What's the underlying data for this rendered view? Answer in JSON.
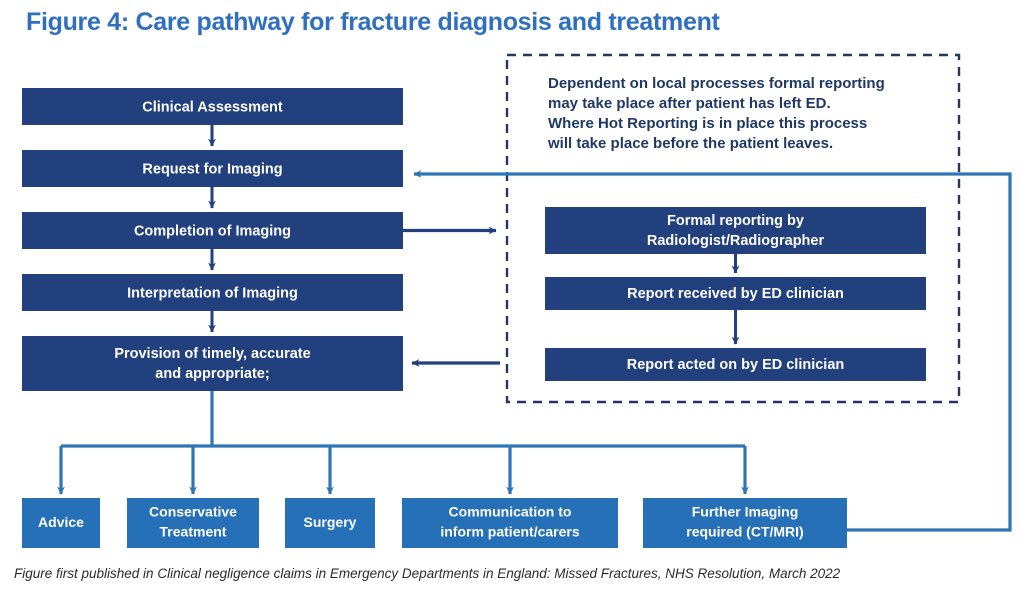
{
  "title": "Figure 4: Care pathway for fracture diagnosis and treatment",
  "caption": "Figure first published in Clinical negligence claims in Emergency Departments in England: Missed Fractures, NHS Resolution, March 2022",
  "colors": {
    "title": "#2f6fc0",
    "box_dark": "#22407e",
    "box_bright": "#2670b8",
    "connector_dark": "#22407e",
    "connector_bright": "#2e75b6",
    "note_text": "#1f3864",
    "background": "#ffffff"
  },
  "main_pathway": {
    "steps": [
      {
        "id": "clinical-assessment",
        "label": "Clinical Assessment"
      },
      {
        "id": "request-for-imaging",
        "label": "Request for Imaging"
      },
      {
        "id": "completion-of-imaging",
        "label": "Completion of Imaging"
      },
      {
        "id": "interpretation-of-imaging",
        "label": "Interpretation of Imaging"
      },
      {
        "id": "provision-of-timely",
        "label_line1": "Provision of timely, accurate",
        "label_line2": "and appropriate;"
      }
    ]
  },
  "reporting_branch": {
    "note": {
      "line1": "Dependent on local processes formal reporting",
      "line2": "may take place after patient has left ED.",
      "line3": "Where Hot Reporting is in place this process",
      "line4": "will take place before the patient leaves."
    },
    "steps": [
      {
        "id": "formal-reporting",
        "label_line1": "Formal reporting by",
        "label_line2": "Radiologist/Radiographer"
      },
      {
        "id": "report-received",
        "label": "Report received by ED clinician"
      },
      {
        "id": "report-acted-on",
        "label": "Report acted on by ED clinician"
      }
    ]
  },
  "outcomes": [
    {
      "id": "advice",
      "label": "Advice"
    },
    {
      "id": "conservative-treatment",
      "label_line1": "Conservative",
      "label_line2": "Treatment"
    },
    {
      "id": "surgery",
      "label": "Surgery"
    },
    {
      "id": "communication",
      "label_line1": "Communication to",
      "label_line2": "inform patient/carers"
    },
    {
      "id": "further-imaging",
      "label_line1": "Further Imaging",
      "label_line2": "required (CT/MRI)"
    }
  ]
}
